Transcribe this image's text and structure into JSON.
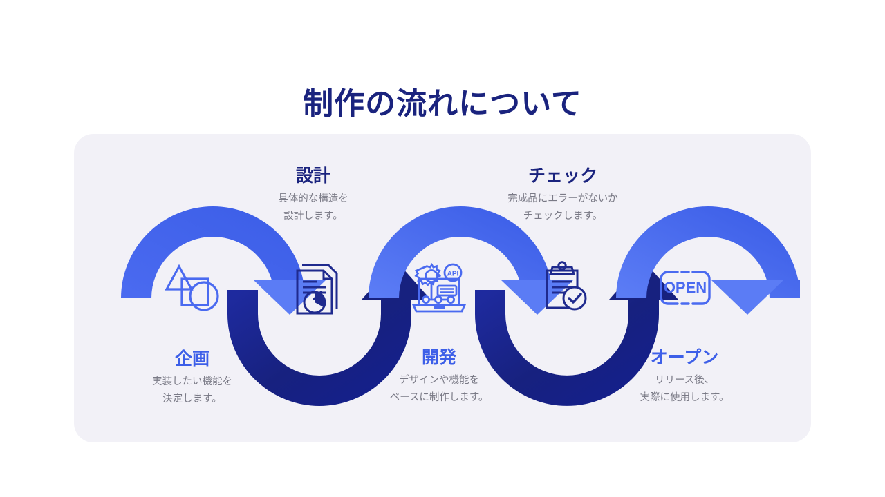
{
  "slide": {
    "title": "制作の流れについて",
    "title_color": "#1a237e",
    "background_color": "#ffffff",
    "card_color": "#f2f1f7"
  },
  "palette": {
    "blue": "#3d5fe8",
    "blue_light": "#5b7cf5",
    "navy": "#1a237e",
    "navy_deep": "#141f8c",
    "muted_text": "#7a7a86"
  },
  "steps": [
    {
      "index": 1,
      "title": "企画",
      "title_color": "#3d5fe8",
      "position": "bottom",
      "desc_line1": "実装したい機能を",
      "desc_line2": "決定します。",
      "icon": "shapes-triangle-square-circle-icon"
    },
    {
      "index": 2,
      "title": "設計",
      "title_color": "#1a237e",
      "position": "top",
      "desc_line1": "具体的な構造を",
      "desc_line2": "設計します。",
      "icon": "document-pie-chart-icon"
    },
    {
      "index": 3,
      "title": "開発",
      "title_color": "#3d5fe8",
      "position": "bottom",
      "desc_line1": "デザインや機能を",
      "desc_line2": "ベースに制作します。",
      "icon": "laptop-gear-api-icon"
    },
    {
      "index": 4,
      "title": "チェック",
      "title_color": "#1a237e",
      "position": "top",
      "desc_line1": "完成品にエラーがないか",
      "desc_line2": "チェックします。",
      "icon": "clipboard-check-icon"
    },
    {
      "index": 5,
      "title": "オープン",
      "title_color": "#3d5fe8",
      "position": "bottom",
      "desc_line1": "リリース後、",
      "desc_line2": "実際に使用します。",
      "icon": "open-sign-icon"
    }
  ],
  "icon_labels": {
    "api_badge": "API",
    "open_sign": "OPEN"
  }
}
